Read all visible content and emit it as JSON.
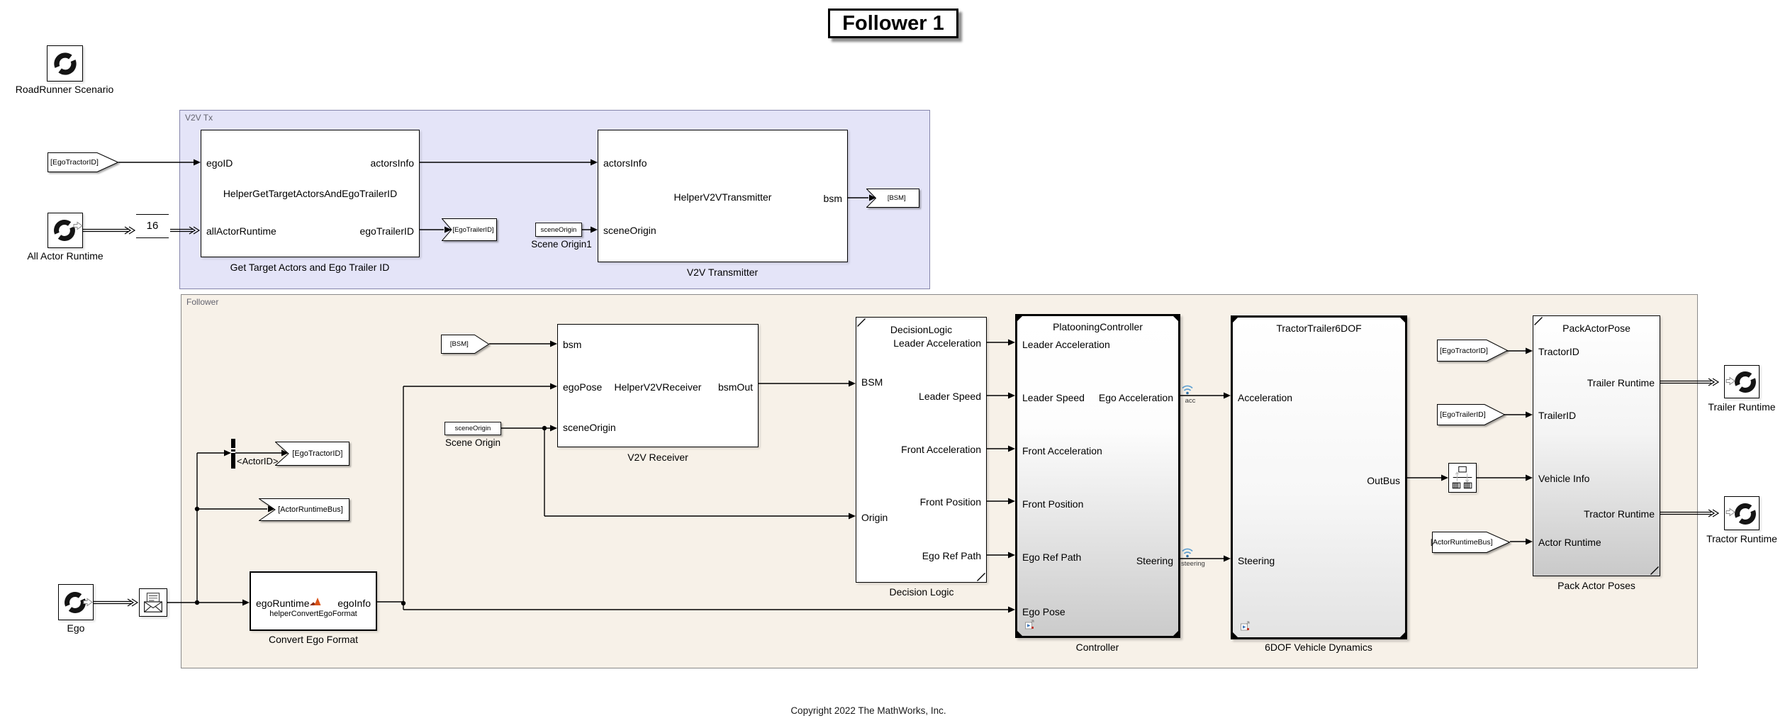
{
  "title": "Follower 1",
  "copyright": "Copyright 2022 The MathWorks, Inc.",
  "regions": {
    "v2v_tx": {
      "label": "V2V Tx"
    },
    "follower": {
      "label": "Follower"
    }
  },
  "blocks": {
    "roadrunner_scenario": {
      "caption": "RoadRunner Scenario",
      "icon": "roadrunner-icon"
    },
    "all_actor_runtime": {
      "caption": "All Actor Runtime",
      "icon": "roadrunner-icon"
    },
    "get_target": {
      "title": "HelperGetTargetActorsAndEgoTrailerID",
      "caption": "Get Target Actors and Ego Trailer ID",
      "inputs": [
        "egoID",
        "allActorRuntime"
      ],
      "outputs": [
        "actorsInfo",
        "egoTrailerID"
      ]
    },
    "scene_origin1": {
      "value": "sceneOrigin",
      "caption": "Scene Origin1"
    },
    "v2v_transmitter": {
      "title": "HelperV2VTransmitter",
      "caption": "V2V Transmitter",
      "inputs": [
        "actorsInfo",
        "sceneOrigin"
      ],
      "outputs": [
        "bsm"
      ]
    },
    "scene_origin": {
      "value": "sceneOrigin",
      "caption": "Scene Origin"
    },
    "v2v_receiver": {
      "title": "HelperV2VReceiver",
      "caption": "V2V Receiver",
      "inputs": [
        "bsm",
        "egoPose",
        "sceneOrigin"
      ],
      "outputs": [
        "bsmOut"
      ]
    },
    "decision_logic": {
      "title": "DecisionLogic",
      "caption": "Decision Logic",
      "inputs": [
        "BSM",
        "Origin"
      ],
      "outputs": [
        "Leader Acceleration",
        "Leader Speed",
        "Front Acceleration",
        "Front Position",
        "Ego Ref Path"
      ]
    },
    "controller": {
      "title": "PlatooningController",
      "caption": "Controller",
      "inputs": [
        "Leader Acceleration",
        "Leader Speed",
        "Front Acceleration",
        "Front Position",
        "Ego Ref Path",
        "Ego Pose"
      ],
      "outputs": [
        "Ego Acceleration",
        "Steering"
      ]
    },
    "vehicle_dynamics": {
      "title": "TractorTrailer6DOF",
      "caption": "6DOF Vehicle Dynamics",
      "inputs": [
        "Acceleration",
        "Steering"
      ],
      "outputs": [
        "OutBus"
      ]
    },
    "pack_actor_pose": {
      "title": "PackActorPose",
      "caption": "Pack Actor Poses",
      "inputs": [
        "TractorID",
        "TrailerID",
        "Vehicle Info",
        "Actor Runtime"
      ],
      "outputs": [
        "Trailer Runtime",
        "Tractor Runtime"
      ]
    },
    "ego": {
      "caption": "Ego",
      "icon": "roadrunner-icon"
    },
    "convert_ego": {
      "title": "helperConvertEgoFormat",
      "caption": "Convert Ego Format",
      "inputs": [
        "egoRuntime"
      ],
      "outputs": [
        "egoInfo"
      ]
    },
    "trailer_runtime": {
      "caption": "Trailer Runtime",
      "icon": "roadrunner-icon"
    },
    "tractor_runtime": {
      "caption": "Tractor Runtime",
      "icon": "roadrunner-icon"
    }
  },
  "tags": {
    "from_ego_tractor_top": "[EgoTractorID]",
    "goto_ego_trailer": "[EgoTrailerID]",
    "goto_bsm": "[BSM]",
    "from_bsm": "[BSM]",
    "goto_ego_tractor": "[EgoTractorID]",
    "goto_actor_runtime_bus": "[ActorRuntimeBus]",
    "from_ego_tractor_right": "[EgoTractorID]",
    "from_ego_trailer_right": "[EgoTrailerID]",
    "from_actor_runtime_bus_right": "[ActorRuntimeBus]"
  },
  "annotations": {
    "bus_width": "16",
    "actor_selector": "<ActorID>",
    "acc_label": "acc",
    "steering_label": "steering"
  },
  "icons": {
    "roadrunner": "roadrunner-icon",
    "message": "message-envelope-icon",
    "bus_conversion": "bus-conversion-icon",
    "signal_logging": "signal-logging-wifi-icon",
    "model_badge": "model-reference-badge-icon",
    "matlab": "matlab-logo-icon"
  },
  "colors": {
    "v2v_region_fill": "#e4e4f8",
    "follower_region_fill": "#f7f1e8",
    "logging_badge_blue": "#5f9fd0",
    "matlab_orange": "#d95319"
  }
}
